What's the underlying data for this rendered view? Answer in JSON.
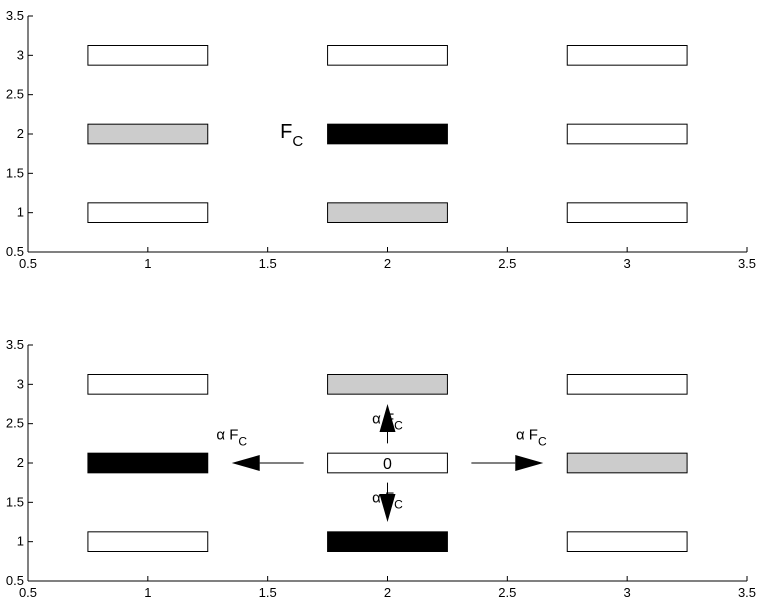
{
  "chart_data": [
    {
      "type": "heatmap",
      "xlim": [
        0.5,
        3.5
      ],
      "ylim": [
        0.5,
        3.5
      ],
      "xticks": [
        "0.5",
        "1",
        "1.5",
        "2",
        "2.5",
        "3",
        "3.5"
      ],
      "yticks": [
        "0.5",
        "1",
        "1.5",
        "2",
        "2.5",
        "3",
        "3.5"
      ],
      "cell_width": 0.5,
      "cell_height": 0.5,
      "cells": [
        {
          "x": 1,
          "y": 1,
          "fill": "#ffffff"
        },
        {
          "x": 1,
          "y": 2,
          "fill": "#cccccc"
        },
        {
          "x": 1,
          "y": 3,
          "fill": "#ffffff"
        },
        {
          "x": 2,
          "y": 1,
          "fill": "#cccccc"
        },
        {
          "x": 2,
          "y": 2,
          "fill": "#000000"
        },
        {
          "x": 2,
          "y": 3,
          "fill": "#ffffff"
        },
        {
          "x": 3,
          "y": 1,
          "fill": "#ffffff"
        },
        {
          "x": 3,
          "y": 2,
          "fill": "#ffffff"
        },
        {
          "x": 3,
          "y": 3,
          "fill": "#ffffff"
        }
      ],
      "annotations": [
        {
          "text": "F",
          "sub": "C",
          "x": 1.6,
          "y": 2
        }
      ],
      "arrows": []
    },
    {
      "type": "heatmap",
      "xlim": [
        0.5,
        3.5
      ],
      "ylim": [
        0.5,
        3.5
      ],
      "xticks": [
        "0.5",
        "1",
        "1.5",
        "2",
        "2.5",
        "3",
        "3.5"
      ],
      "yticks": [
        "0.5",
        "1",
        "1.5",
        "2",
        "2.5",
        "3",
        "3.5"
      ],
      "cell_width": 0.5,
      "cell_height": 0.5,
      "cells": [
        {
          "x": 1,
          "y": 1,
          "fill": "#ffffff"
        },
        {
          "x": 1,
          "y": 2,
          "fill": "#000000"
        },
        {
          "x": 1,
          "y": 3,
          "fill": "#ffffff"
        },
        {
          "x": 2,
          "y": 1,
          "fill": "#000000"
        },
        {
          "x": 2,
          "y": 2,
          "fill": "#ffffff",
          "label": "0"
        },
        {
          "x": 2,
          "y": 3,
          "fill": "#cccccc"
        },
        {
          "x": 3,
          "y": 1,
          "fill": "#ffffff"
        },
        {
          "x": 3,
          "y": 2,
          "fill": "#cccccc"
        },
        {
          "x": 3,
          "y": 3,
          "fill": "#ffffff"
        }
      ],
      "annotations": [
        {
          "text": "α F",
          "sub": "C",
          "x": 1.35,
          "y": 2.3
        },
        {
          "text": "α F",
          "sub": "C",
          "x": 2.0,
          "y": 2.5
        },
        {
          "text": "α F",
          "sub": "C",
          "x": 2.6,
          "y": 2.3
        },
        {
          "text": "α F",
          "sub": "C",
          "x": 2.0,
          "y": 1.5
        }
      ],
      "arrows": [
        {
          "from": [
            1.65,
            2
          ],
          "to": [
            1.35,
            2
          ]
        },
        {
          "from": [
            2.35,
            2
          ],
          "to": [
            2.65,
            2
          ]
        },
        {
          "from": [
            2,
            2.25
          ],
          "to": [
            2,
            2.75
          ]
        },
        {
          "from": [
            2,
            1.75
          ],
          "to": [
            2,
            1.25
          ]
        }
      ]
    }
  ]
}
